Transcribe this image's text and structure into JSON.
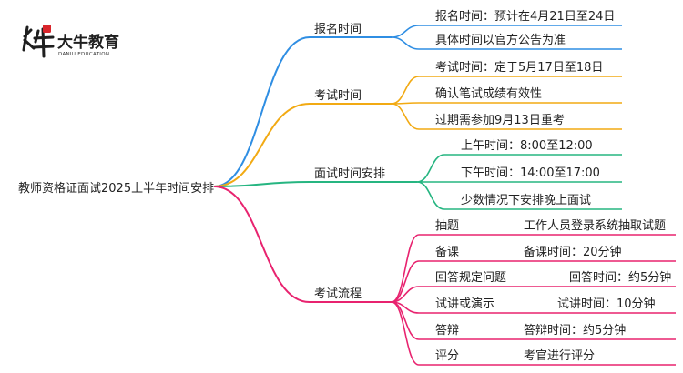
{
  "logo": {
    "name_cn": "大牛教育",
    "name_en": "DANIU EDUCATION",
    "colors": {
      "mark": "#1f1f1f",
      "accent": "#d9262c"
    }
  },
  "root": {
    "label": "教师资格证面试2025上半年时间安排"
  },
  "branches": [
    {
      "label": "报名时间",
      "color": "#2f8ee3",
      "children": [
        {
          "text": "报名时间：预计在4月21日至24日"
        },
        {
          "text": "具体时间以官方公告为准"
        }
      ]
    },
    {
      "label": "考试时间",
      "color": "#f2aa13",
      "children": [
        {
          "text": "考试时间：定于5月17日至18日"
        },
        {
          "text": "确认笔试成绩有效性"
        },
        {
          "text": "过期需参加9月13日重考"
        }
      ]
    },
    {
      "label": "面试时间安排",
      "color": "#26b581",
      "children": [
        {
          "text": "上午时间：8:00至12:00"
        },
        {
          "text": "下午时间：14:00至17:00"
        },
        {
          "text": "少数情况下安排晚上面试"
        }
      ]
    },
    {
      "label": "考试流程",
      "color": "#e8236f",
      "children": [
        {
          "text": "抽题",
          "detail": "工作人员登录系统抽取试题"
        },
        {
          "text": "备课",
          "detail": "备课时间：20分钟"
        },
        {
          "text": "回答规定问题",
          "detail": "回答时间：约5分钟"
        },
        {
          "text": "试讲或演示",
          "detail": "试讲时间：10分钟"
        },
        {
          "text": "答辩",
          "detail": "答辩时间：约5分钟"
        },
        {
          "text": "评分",
          "detail": "考官进行评分"
        }
      ]
    }
  ]
}
